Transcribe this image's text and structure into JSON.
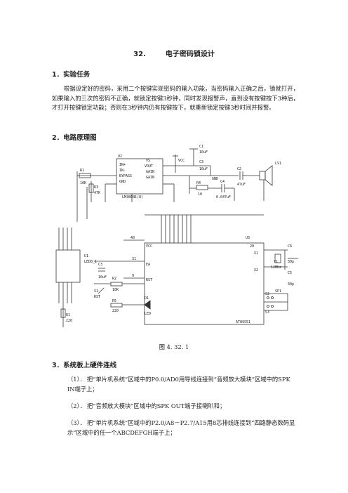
{
  "title": {
    "number": "32.",
    "text": "电子密码锁设计"
  },
  "section1": {
    "heading": "1．实验任务",
    "body": "根据设定好的密码，采用二个按键实现密码的输入功能，当密码输入正确之后，锁就打开，如果输入的三次的密码不正确，就锁定按键3秒钟，同时发现报警声，直到没有按键按下3种后，才打开按键锁定功能；否则在3秒钟内仍有按键按下，就重新锁定按键3秒时间并报警。"
  },
  "section2": {
    "heading": "2．电路原理图"
  },
  "figure": {
    "caption": "图 4. 32. 1",
    "labels": {
      "u2": "U2",
      "lm": "LM386N1(8)",
      "vout": "VOUT",
      "gain1": "GAIN",
      "gain2": "GAIN",
      "in_p": "IN+",
      "in_m": "IN-",
      "bypass": "BYPASS",
      "gnd": "GND",
      "vs": "VS",
      "r1": "R1",
      "r1v": "10K",
      "r3": "R3",
      "r3v": "47K",
      "r4": "R4",
      "r4v": "10",
      "c1": "C1",
      "c1v": "10uF",
      "c3": "C3",
      "c3v": "10uF",
      "c2": "C2",
      "c2v": "47uF",
      "c4": "C4",
      "c4v": "0.047uF",
      "ls1": "LS1",
      "vcc": "VCC",
      "gnd_label": "GND",
      "u3": "U3",
      "at89": "AT89S51",
      "x1": "X1",
      "x2": "X2",
      "y1": "Y1",
      "y1v": "12MHz",
      "c6": "C6",
      "c6v": "30p",
      "c5": "C5",
      "c5v": "30p",
      "ea": "EA",
      "rst": "RST",
      "vcc40": "VCC",
      "pin40": "40",
      "pin20": "20",
      "pin31": "31",
      "pin9": "9",
      "u1": "U1",
      "led": "LED8_1",
      "cap_c3": "C3",
      "cap_c3v": "10uF",
      "r2": "R2",
      "r2v": "10K",
      "r5": "R5",
      "r5v": "220",
      "d1": "D1",
      "ledl": "LED",
      "s1": "S1",
      "s2": "S2",
      "s3": "S3",
      "rst_btn": "RST",
      "sp1": "SP1",
      "r1b": "R1",
      "r1bv": "220"
    }
  },
  "section3": {
    "heading": "3．系统板上硬件连线",
    "items": [
      {
        "label": "（1）．",
        "text": "把“单片机系统”区域中的P0.0/AD0用导线连接到“音频放大模块”区域中的SPK IN端子上；"
      },
      {
        "label": "（2）．",
        "text": "把“音频放大模块”区域中的SPK OUT端子接喇叭和；"
      },
      {
        "label": "（3）．",
        "text": "把“单片机系统”区域中的P2.0/A8－P2.7/A15用8芯排线连接到“四路静态数码显示”区域中的任一个ABCDEFGH端子上；"
      }
    ]
  }
}
